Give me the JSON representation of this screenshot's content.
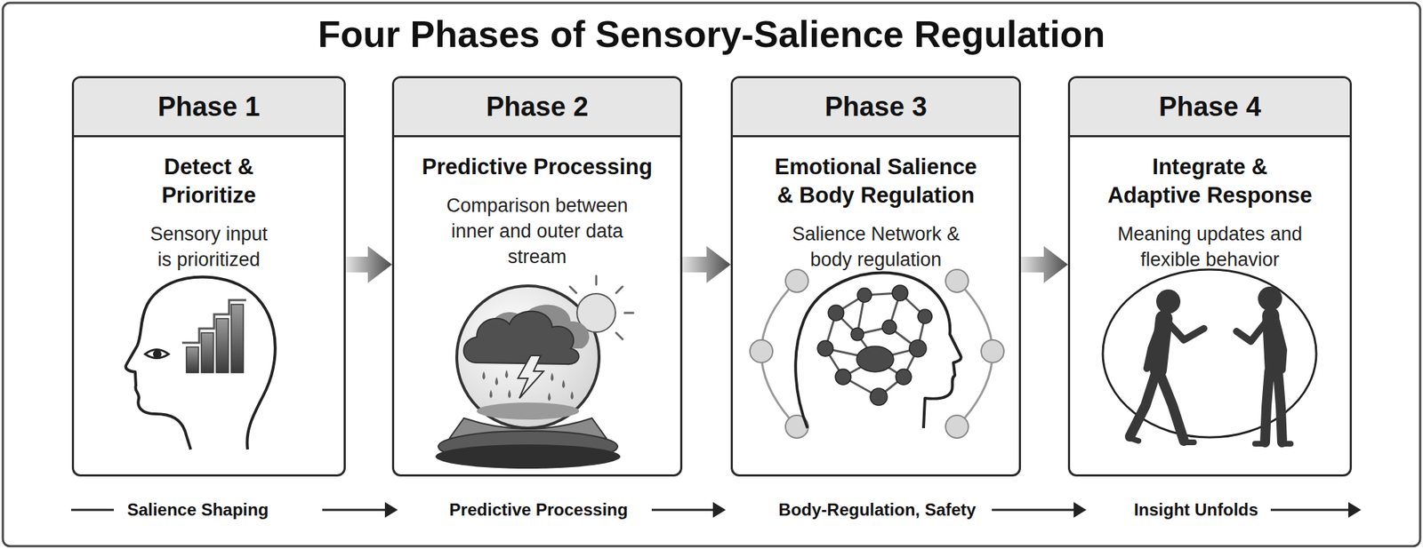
{
  "diagram": {
    "title": "Four Phases of Sensory-Salience Regulation",
    "nodes": [
      {
        "text": [
          "Phase 1",
          "Detect & Prioritize",
          "Sensory input is prioritized"
        ]
      },
      {
        "text": [
          "Phase 2",
          "Predictive Processing",
          "Comparison between inner and outer data stream"
        ]
      },
      {
        "text": [
          "Phase 3",
          "Emotional Salience & Body Regulation",
          "Salience Network & body regulation"
        ]
      },
      {
        "text": [
          "Phase 4",
          "Integrate & Adaptive Response",
          "Meaning updates and flexible behavior"
        ]
      }
    ],
    "edges": [
      {
        "from": 0,
        "to": 1,
        "arrow": "to"
      },
      {
        "from": 1,
        "to": 2,
        "arrow": "to"
      },
      {
        "from": 2,
        "to": 3,
        "arrow": "to"
      }
    ],
    "labels": [
      "Salience Shaping",
      "Predictive Processing",
      "Body-Regulation, Safety",
      "Insight Unfolds"
    ]
  }
}
